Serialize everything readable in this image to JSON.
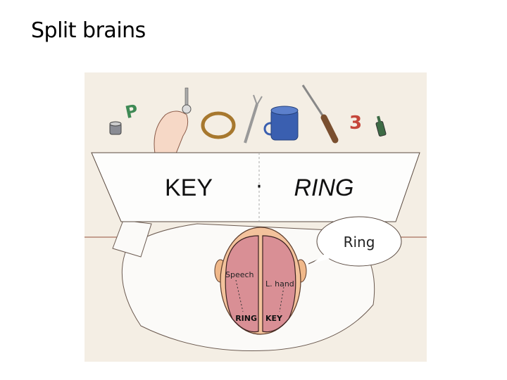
{
  "slide": {
    "title": "Split brains"
  },
  "illustration": {
    "screen_left_word": "KEY",
    "screen_right_word": "RING",
    "screen_dot": "·",
    "speech_bubble": "Ring",
    "brain_left_label": "Speech",
    "brain_right_label": "L. hand",
    "brain_left_word": "RING",
    "brain_right_word": "KEY",
    "object_letter": "P",
    "object_number": "3"
  },
  "colors": {
    "background": "#f4eee4",
    "brain": "#d98f95",
    "mug": "#3a5fb0"
  }
}
